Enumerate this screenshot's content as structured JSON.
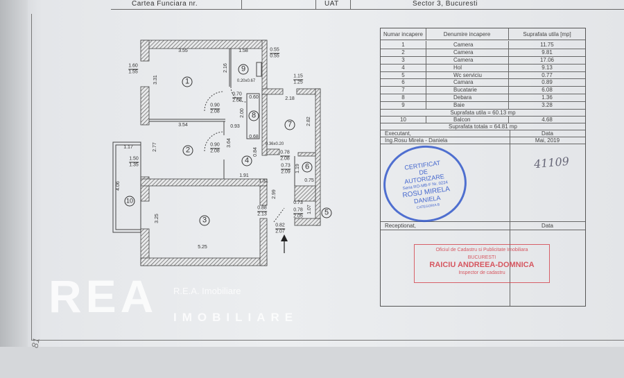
{
  "header": {
    "cf_label": "Cartea Funciara nr.",
    "uat_label": "UAT",
    "uat_value": "Sector 3, Bucuresti"
  },
  "table": {
    "columns": [
      "Numar incapere",
      "Denumire incapere",
      "Suprafata utila [mp]"
    ],
    "rows": [
      {
        "nr": "1",
        "name": "Camera",
        "area": "11.75"
      },
      {
        "nr": "2",
        "name": "Camera",
        "area": "9.81"
      },
      {
        "nr": "3",
        "name": "Camera",
        "area": "17.06"
      },
      {
        "nr": "4",
        "name": "Hol",
        "area": "9.13"
      },
      {
        "nr": "5",
        "name": "Wc serviciu",
        "area": "0.77"
      },
      {
        "nr": "6",
        "name": "Camara",
        "area": "0.89"
      },
      {
        "nr": "7",
        "name": "Bucatarie",
        "area": "6.08"
      },
      {
        "nr": "8",
        "name": "Debara",
        "area": "1.36"
      },
      {
        "nr": "9",
        "name": "Baie",
        "area": "3.28"
      }
    ],
    "useful_total": "Suprafata utila = 60.13 mp",
    "balcony": {
      "nr": "10",
      "name": "Balcon",
      "area": "4.68"
    },
    "grand_total": "Suprafata totala = 64.81 mp",
    "executant_label": "Executant,",
    "date_label": "Data",
    "executant_name": "Ing.Rosu Mirela - Daniela",
    "executant_date": "Mai, 2019",
    "receptionat_label": "Receptionat,",
    "receptionat_date_label": "Data",
    "handwritten": "41109"
  },
  "stamps": {
    "blue": [
      "CERTIFICAT",
      "DE",
      "AUTORIZARE",
      "Seria RO-MB-F Nr. 0224",
      "ROSU MIRELA",
      "DANIELA",
      "CATEGORIA B"
    ],
    "red": [
      "Oficiul de Cadastru si Publicitate Imobiliara",
      "BUCURESTI",
      "RAICIU ANDREEA-DOMNICA",
      "Inspector de cadastru"
    ]
  },
  "watermark": {
    "logo": "REA",
    "sub": "IMOBILIARE",
    "small": "R.E.A. Imobiliare"
  },
  "plan": {
    "rooms": [
      "1",
      "2",
      "3",
      "4",
      "5",
      "6",
      "7",
      "8",
      "9",
      "10"
    ],
    "dims": [
      "3.55",
      "1.58",
      "0.55",
      "0.55",
      "1.60",
      "1.55",
      "3.31",
      "2.16",
      "0.20x0.67",
      "1.15",
      "1.25",
      "0.70",
      "2.08",
      "0.60",
      "2.18",
      "0.90",
      "2.08",
      "0.93",
      "2.00",
      "2.82",
      "3.54",
      "3.64",
      "0.68",
      "0.36x0.20",
      "0.84",
      "0.78",
      "2.08",
      "2.77",
      "0.90",
      "2.08",
      "1.17",
      "1.50",
      "1.35",
      "0.73",
      "2.09",
      "1.19",
      "1.91",
      "0.75",
      "1.31",
      "4.06",
      "2.99",
      "0.88",
      "2.13",
      "0.73",
      "0.78",
      "2.05",
      "1.07",
      "0.82",
      "2.07",
      "3.25",
      "5.25"
    ]
  },
  "page_number": "81",
  "colors": {
    "wall_hatch": "#555555",
    "stamp_blue": "#2850c8",
    "stamp_red": "#d23c46"
  }
}
